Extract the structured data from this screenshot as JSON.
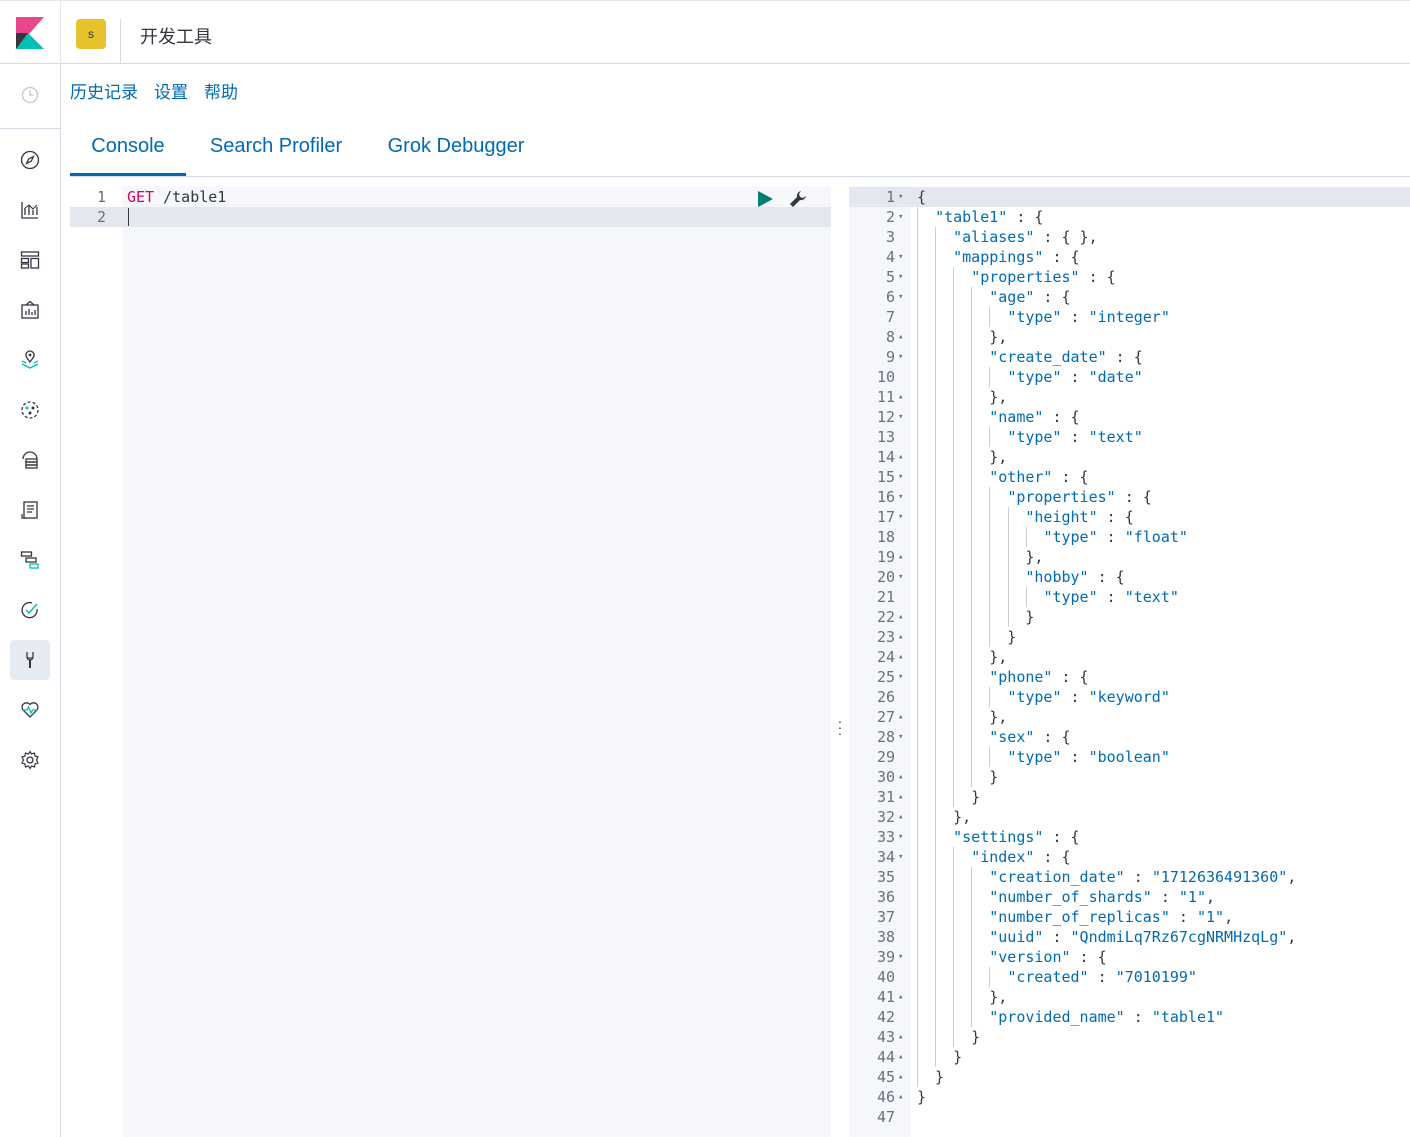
{
  "header": {
    "space_initial": "s",
    "breadcrumb": "开发工具"
  },
  "sidenav": {
    "items": [
      {
        "name": "recently-viewed",
        "icon": "clock-icon"
      },
      {
        "name": "discover",
        "icon": "compass-icon"
      },
      {
        "name": "visualize",
        "icon": "chart-icon"
      },
      {
        "name": "dashboard",
        "icon": "dashboard-icon"
      },
      {
        "name": "canvas",
        "icon": "canvas-icon"
      },
      {
        "name": "maps",
        "icon": "map-pin-icon"
      },
      {
        "name": "machine-learning",
        "icon": "ml-icon"
      },
      {
        "name": "infrastructure",
        "icon": "infra-icon"
      },
      {
        "name": "logs",
        "icon": "logs-icon"
      },
      {
        "name": "apm",
        "icon": "apm-icon"
      },
      {
        "name": "uptime",
        "icon": "uptime-icon"
      },
      {
        "name": "dev-tools",
        "icon": "wrench-icon",
        "active": true
      },
      {
        "name": "monitoring",
        "icon": "heartbeat-icon"
      },
      {
        "name": "management",
        "icon": "gear-icon"
      }
    ]
  },
  "topmenu": {
    "history": "历史记录",
    "settings": "设置",
    "help": "帮助"
  },
  "tabs": [
    {
      "label": "Console",
      "selected": true
    },
    {
      "label": "Search Profiler",
      "selected": false
    },
    {
      "label": "Grok Debugger",
      "selected": false
    }
  ],
  "request_editor": {
    "lines": [
      "1",
      "2"
    ],
    "method": "GET",
    "path": "/table1"
  },
  "response_editor": {
    "lines": [
      {
        "n": "1",
        "fold": "down",
        "text": "{"
      },
      {
        "n": "2",
        "fold": "down",
        "text": "  \"table1\" : {"
      },
      {
        "n": "3",
        "fold": "",
        "text": "    \"aliases\" : { },"
      },
      {
        "n": "4",
        "fold": "down",
        "text": "    \"mappings\" : {"
      },
      {
        "n": "5",
        "fold": "down",
        "text": "      \"properties\" : {"
      },
      {
        "n": "6",
        "fold": "down",
        "text": "        \"age\" : {"
      },
      {
        "n": "7",
        "fold": "",
        "text": "          \"type\" : \"integer\""
      },
      {
        "n": "8",
        "fold": "up",
        "text": "        },"
      },
      {
        "n": "9",
        "fold": "down",
        "text": "        \"create_date\" : {"
      },
      {
        "n": "10",
        "fold": "",
        "text": "          \"type\" : \"date\""
      },
      {
        "n": "11",
        "fold": "up",
        "text": "        },"
      },
      {
        "n": "12",
        "fold": "down",
        "text": "        \"name\" : {"
      },
      {
        "n": "13",
        "fold": "",
        "text": "          \"type\" : \"text\""
      },
      {
        "n": "14",
        "fold": "up",
        "text": "        },"
      },
      {
        "n": "15",
        "fold": "down",
        "text": "        \"other\" : {"
      },
      {
        "n": "16",
        "fold": "down",
        "text": "          \"properties\" : {"
      },
      {
        "n": "17",
        "fold": "down",
        "text": "            \"height\" : {"
      },
      {
        "n": "18",
        "fold": "",
        "text": "              \"type\" : \"float\""
      },
      {
        "n": "19",
        "fold": "up",
        "text": "            },"
      },
      {
        "n": "20",
        "fold": "down",
        "text": "            \"hobby\" : {"
      },
      {
        "n": "21",
        "fold": "",
        "text": "              \"type\" : \"text\""
      },
      {
        "n": "22",
        "fold": "up",
        "text": "            }"
      },
      {
        "n": "23",
        "fold": "up",
        "text": "          }"
      },
      {
        "n": "24",
        "fold": "up",
        "text": "        },"
      },
      {
        "n": "25",
        "fold": "down",
        "text": "        \"phone\" : {"
      },
      {
        "n": "26",
        "fold": "",
        "text": "          \"type\" : \"keyword\""
      },
      {
        "n": "27",
        "fold": "up",
        "text": "        },"
      },
      {
        "n": "28",
        "fold": "down",
        "text": "        \"sex\" : {"
      },
      {
        "n": "29",
        "fold": "",
        "text": "          \"type\" : \"boolean\""
      },
      {
        "n": "30",
        "fold": "up",
        "text": "        }"
      },
      {
        "n": "31",
        "fold": "up",
        "text": "      }"
      },
      {
        "n": "32",
        "fold": "up",
        "text": "    },"
      },
      {
        "n": "33",
        "fold": "down",
        "text": "    \"settings\" : {"
      },
      {
        "n": "34",
        "fold": "down",
        "text": "      \"index\" : {"
      },
      {
        "n": "35",
        "fold": "",
        "text": "        \"creation_date\" : \"1712636491360\","
      },
      {
        "n": "36",
        "fold": "",
        "text": "        \"number_of_shards\" : \"1\","
      },
      {
        "n": "37",
        "fold": "",
        "text": "        \"number_of_replicas\" : \"1\","
      },
      {
        "n": "38",
        "fold": "",
        "text": "        \"uuid\" : \"QndmiLq7Rz67cgNRMHzqLg\","
      },
      {
        "n": "39",
        "fold": "down",
        "text": "        \"version\" : {"
      },
      {
        "n": "40",
        "fold": "",
        "text": "          \"created\" : \"7010199\""
      },
      {
        "n": "41",
        "fold": "up",
        "text": "        },"
      },
      {
        "n": "42",
        "fold": "",
        "text": "        \"provided_name\" : \"table1\""
      },
      {
        "n": "43",
        "fold": "up",
        "text": "      }"
      },
      {
        "n": "44",
        "fold": "up",
        "text": "    }"
      },
      {
        "n": "45",
        "fold": "up",
        "text": "  }"
      },
      {
        "n": "46",
        "fold": "up",
        "text": "}"
      },
      {
        "n": "47",
        "fold": "",
        "text": ""
      }
    ]
  },
  "colors": {
    "link": "#006bb4",
    "method": "#c80a68",
    "string": "#006bb4",
    "run": "#017d73",
    "space_avatar": "#e7c32b"
  }
}
